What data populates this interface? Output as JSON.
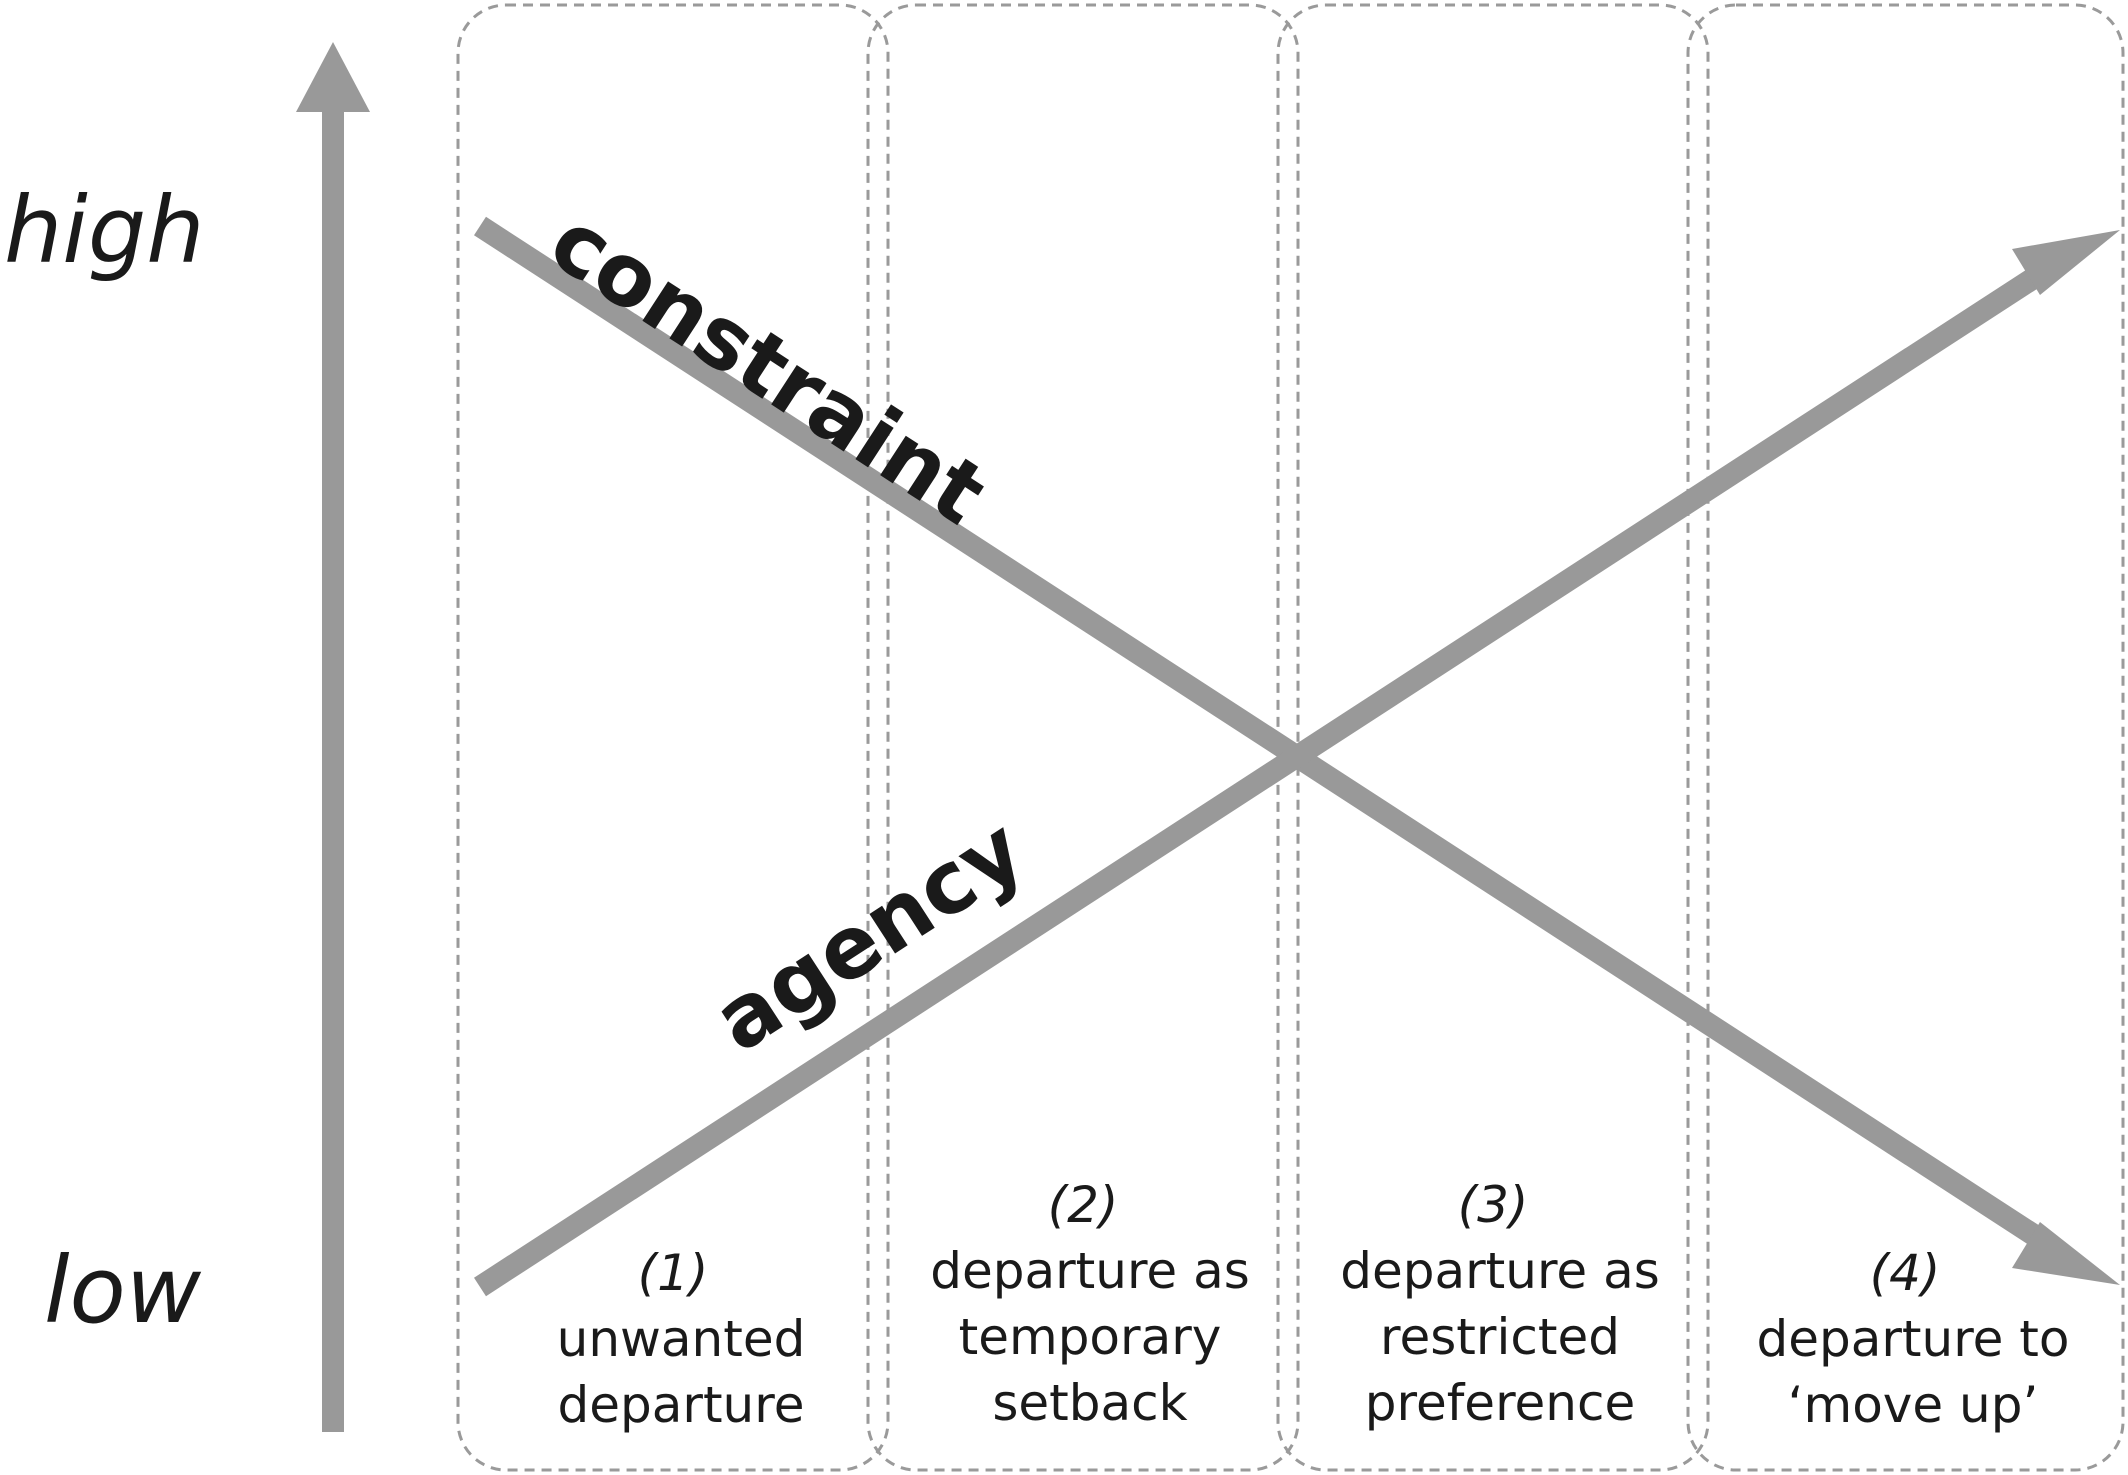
{
  "vertical_axis": {
    "high_label": "high",
    "low_label": "low"
  },
  "lines": {
    "constraint_label": "constraint",
    "agency_label": "agency"
  },
  "stages": [
    {
      "number": "(1)",
      "lines": [
        "unwanted",
        "departure"
      ]
    },
    {
      "number": "(2)",
      "lines": [
        "departure as",
        "temporary",
        "setback"
      ]
    },
    {
      "number": "(3)",
      "lines": [
        "departure as",
        "restricted",
        "preference"
      ]
    },
    {
      "number": "(4)",
      "lines": [
        "departure to",
        "‘move up’"
      ]
    }
  ],
  "colors": {
    "line_grey": "#999999",
    "box_stroke": "#9a9a9a",
    "text": "#1a1a1a"
  }
}
